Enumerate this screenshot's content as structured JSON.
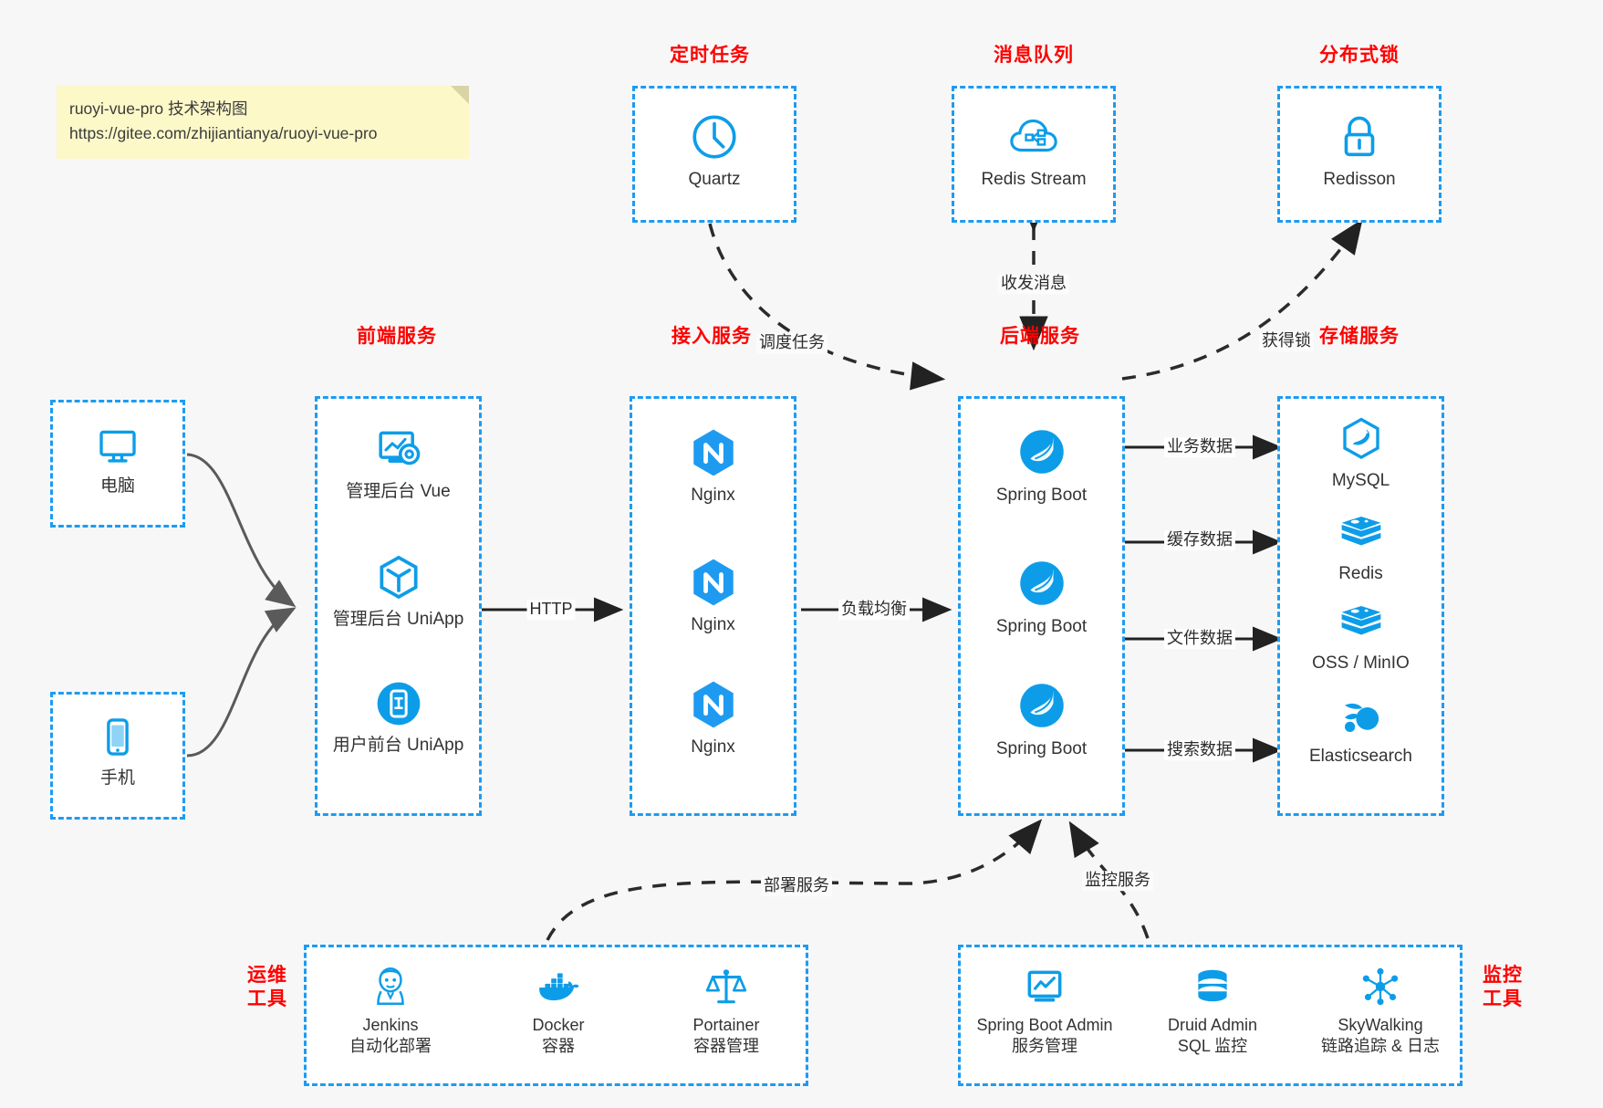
{
  "note": {
    "line1": "ruoyi-vue-pro 技术架构图",
    "line2": "https://gitee.com/zhijiantianya/ruoyi-vue-pro"
  },
  "groups": {
    "scheduled_task": {
      "title": "定时任务"
    },
    "message_queue": {
      "title": "消息队列"
    },
    "distributed_lock": {
      "title": "分布式锁"
    },
    "frontend_service": {
      "title": "前端服务"
    },
    "access_service": {
      "title": "接入服务"
    },
    "backend_service": {
      "title": "后端服务"
    },
    "storage_service": {
      "title": "存储服务"
    },
    "ops_tools": {
      "title": "运维\n工具",
      "line1": "运维",
      "line2": "工具"
    },
    "monitor_tools": {
      "title": "监控\n工具",
      "line1": "监控",
      "line2": "工具"
    }
  },
  "nodes": {
    "quartz": {
      "label": "Quartz",
      "icon": "clock-icon"
    },
    "redis_stream": {
      "label": "Redis Stream",
      "icon": "cloud-stream-icon"
    },
    "redisson": {
      "label": "Redisson",
      "icon": "lock-icon"
    },
    "computer": {
      "label": "电脑",
      "icon": "monitor-icon"
    },
    "phone": {
      "label": "手机",
      "icon": "smartphone-icon"
    },
    "admin_vue": {
      "label": "管理后台 Vue",
      "icon": "dashboard-settings-icon"
    },
    "admin_uniapp": {
      "label": "管理后台 UniApp",
      "icon": "cube-icon"
    },
    "user_uniapp": {
      "label": "用户前台 UniApp",
      "icon": "mobile-app-icon"
    },
    "nginx_1": {
      "label": "Nginx",
      "icon": "nginx-icon"
    },
    "nginx_2": {
      "label": "Nginx",
      "icon": "nginx-icon"
    },
    "nginx_3": {
      "label": "Nginx",
      "icon": "nginx-icon"
    },
    "spring_boot_1": {
      "label": "Spring Boot",
      "icon": "spring-boot-icon"
    },
    "spring_boot_2": {
      "label": "Spring Boot",
      "icon": "spring-boot-icon"
    },
    "spring_boot_3": {
      "label": "Spring Boot",
      "icon": "spring-boot-icon"
    },
    "mysql": {
      "label": "MySQL",
      "icon": "mysql-icon"
    },
    "redis": {
      "label": "Redis",
      "icon": "redis-icon"
    },
    "oss_minio": {
      "label": "OSS / MinIO",
      "icon": "oss-icon"
    },
    "elasticsearch": {
      "label": "Elasticsearch",
      "icon": "elasticsearch-icon"
    },
    "jenkins": {
      "label": "Jenkins",
      "sub": "自动化部署",
      "icon": "jenkins-icon"
    },
    "docker": {
      "label": "Docker",
      "sub": "容器",
      "icon": "docker-icon"
    },
    "portainer": {
      "label": "Portainer",
      "sub": "容器管理",
      "icon": "portainer-icon"
    },
    "spring_boot_admin": {
      "label": "Spring Boot Admin",
      "sub": "服务管理",
      "icon": "monitor-chart-icon"
    },
    "druid_admin": {
      "label": "Druid Admin",
      "sub": "SQL 监控",
      "icon": "database-icon"
    },
    "skywalking": {
      "label": "SkyWalking",
      "sub": "链路追踪 & 日志",
      "icon": "skywalking-icon"
    }
  },
  "edges": {
    "http": "HTTP",
    "load_balance": "负载均衡",
    "schedule_task": "调度任务",
    "send_receive_message": "收发消息",
    "acquire_lock": "获得锁",
    "business_data": "业务数据",
    "cache_data": "缓存数据",
    "file_data": "文件数据",
    "search_data": "搜索数据",
    "deploy_service": "部署服务",
    "monitor_service": "监控服务"
  },
  "colors": {
    "brand_blue": "#1E9BF0",
    "icon_blue": "#0D9DE8",
    "title_red": "#FF0000",
    "note_yellow": "#FCF8C8",
    "edge_gray": "#5A5A5A",
    "edge_black": "#222222",
    "background": "#f7f7f7"
  }
}
